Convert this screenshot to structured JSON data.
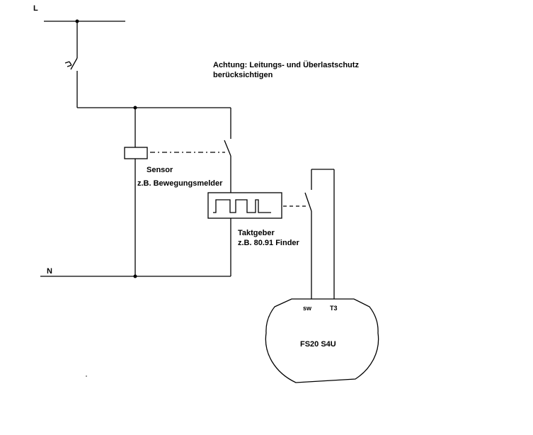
{
  "labels": {
    "line_phase": "L",
    "line_neutral": "N",
    "warning_line1": "Achtung: Leitungs- und Überlastschutz",
    "warning_line2": "berücksichtigen",
    "sensor_name": "Sensor",
    "sensor_example": "z.B. Bewegungsmelder",
    "timer_name": "Taktgeber",
    "timer_example": "z.B. 80.91 Finder",
    "module_terminal_sw": "sw",
    "module_terminal_t3": "T3",
    "module_name": "FS20 S4U"
  }
}
